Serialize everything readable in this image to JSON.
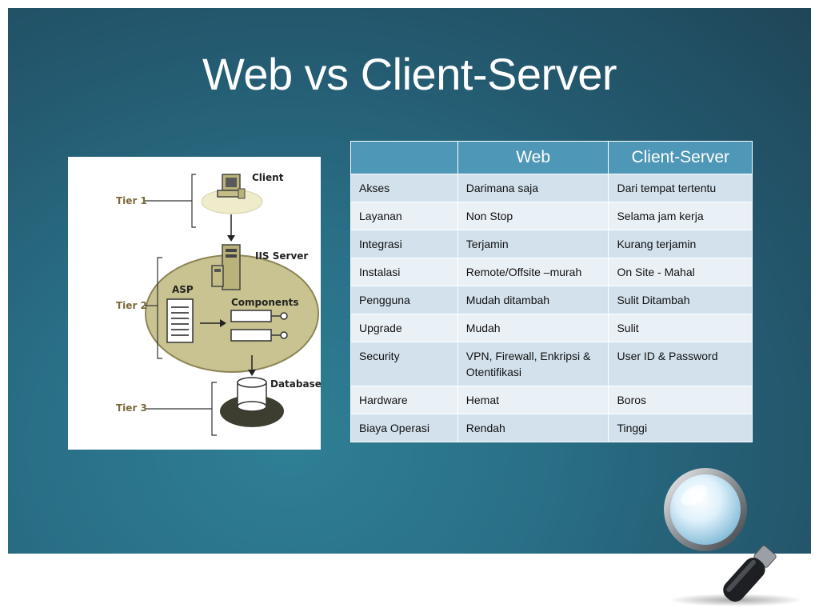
{
  "slide": {
    "title": "Web vs Client-Server"
  },
  "diagram": {
    "labels": {
      "client": "Client",
      "iis_server": "IIS Server",
      "asp": "ASP",
      "components": "Components",
      "database": "Database",
      "tier1": "Tier 1",
      "tier2": "Tier 2",
      "tier3": "Tier 3"
    }
  },
  "table": {
    "headers": [
      "",
      "Web",
      "Client-Server"
    ],
    "rows": [
      [
        "Akses",
        "Darimana saja",
        "Dari tempat tertentu"
      ],
      [
        "Layanan",
        "Non Stop",
        "Selama jam kerja"
      ],
      [
        "Integrasi",
        "Terjamin",
        "Kurang terjamin"
      ],
      [
        "Instalasi",
        "Remote/Offsite –murah",
        "On Site - Mahal"
      ],
      [
        "Pengguna",
        "Mudah  ditambah",
        "Sulit Ditambah"
      ],
      [
        "Upgrade",
        "Mudah",
        "Sulit"
      ],
      [
        "Security",
        "VPN, Firewall, Enkripsi & Otentifikasi",
        "User ID & Password"
      ],
      [
        "Hardware",
        "Hemat",
        "Boros"
      ],
      [
        "Biaya Operasi",
        "Rendah",
        "Tinggi"
      ]
    ]
  },
  "colors": {
    "header_bg": "#4f97b6",
    "row_odd": "#d2e1ec",
    "row_even": "#eaf1f6",
    "slide_bg": "#296f86"
  }
}
